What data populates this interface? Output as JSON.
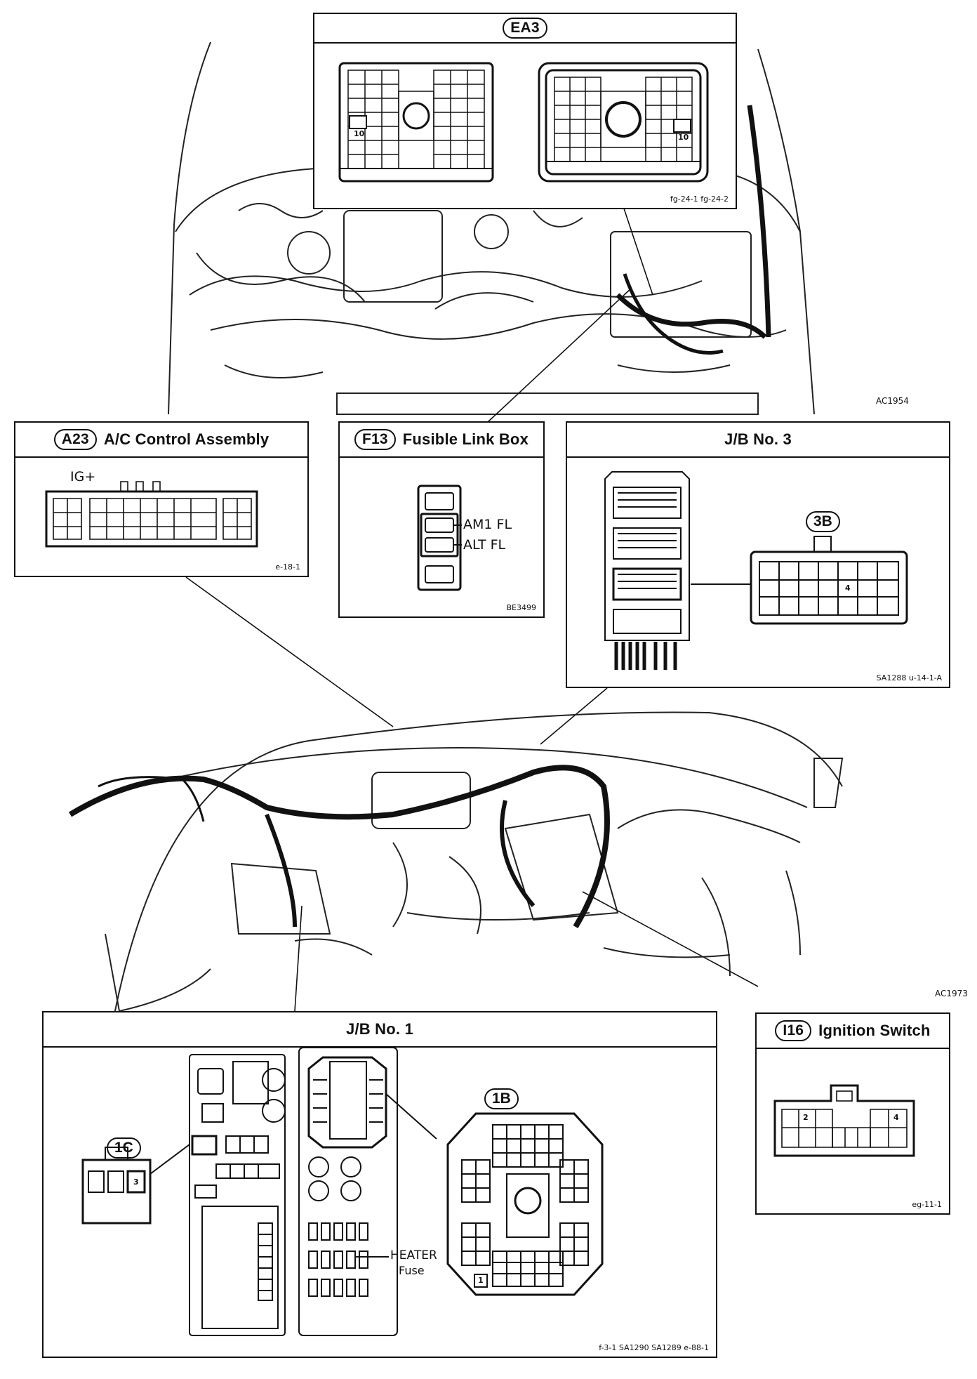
{
  "boxes": {
    "ea3": {
      "code": "EA3",
      "title": "",
      "pin": "10",
      "ref": "fg-24-1 fg-24-2"
    },
    "a23": {
      "code": "A23",
      "title": "A/C Control Assembly",
      "terminal": "IG+",
      "ref": "e-18-1"
    },
    "f13": {
      "code": "F13",
      "title": "Fusible Link Box",
      "label1": "AM1 FL",
      "label2": "ALT FL",
      "ref": "BE3499"
    },
    "jb3": {
      "title": "J/B No. 3",
      "connector": "3B",
      "pin": "4",
      "ref": "SA1288 u-14-1-A"
    },
    "jb1": {
      "title": "J/B No. 1",
      "connector_c": "1C",
      "pin_c": "3",
      "connector_b": "1B",
      "pin_b": "1",
      "fuse_label": "HEATER",
      "fuse_sub": "Fuse",
      "ref": "f-3-1 SA1290 SA1289 e-88-1"
    },
    "i16": {
      "code": "I16",
      "title": "Ignition Switch",
      "pin_a": "2",
      "pin_b": "4",
      "ref": "eg-11-1"
    }
  },
  "illustration_codes": {
    "engine": "AC1954",
    "dash": "AC1973"
  }
}
